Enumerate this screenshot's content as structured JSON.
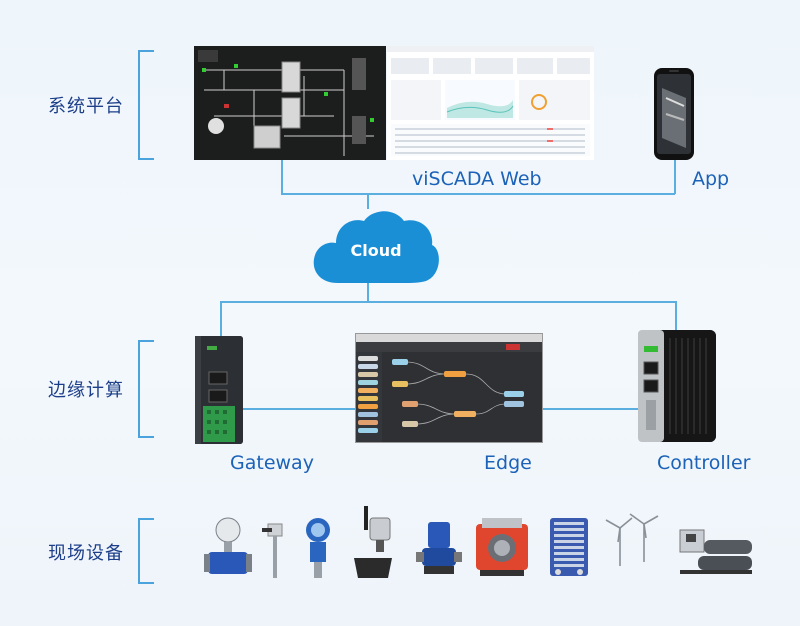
{
  "tiers": {
    "platform": "系统平台",
    "edge_computing": "边缘计算",
    "field_devices": "现场设备"
  },
  "platform": {
    "web_caption": "viSCADA Web",
    "app_caption": "App"
  },
  "cloud": {
    "label": "Cloud"
  },
  "edge_layer": {
    "gateway_caption": "Gateway",
    "edge_caption": "Edge",
    "controller_caption": "Controller"
  },
  "field_devices": [
    "flowmeter-icon",
    "temperature-sensor-icon",
    "pressure-transmitter-icon",
    "control-valve-icon",
    "pump-icon",
    "boiler-icon",
    "plate-heat-exchanger-icon",
    "wind-turbine-icon",
    "chiller-icon"
  ],
  "colors": {
    "accent": "#1b62b8",
    "label": "#1d3f8a",
    "connector": "#5aaee0",
    "cloud": "#1b8fd6",
    "background": "#eef5fb"
  }
}
